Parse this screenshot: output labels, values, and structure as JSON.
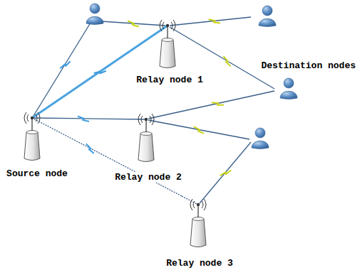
{
  "diagram": {
    "nodes": [
      {
        "text": [
          "Relay node 1"
        ]
      },
      {
        "text": [
          "Source node"
        ]
      },
      {
        "text": [
          "Relay node 2"
        ]
      },
      {
        "text": [
          "Relay node 3"
        ]
      }
    ],
    "edges": [
      {
        "from": 1,
        "to": 0,
        "arrow": "none"
      },
      {
        "from": 1,
        "to": 2,
        "arrow": "none"
      },
      {
        "from": 1,
        "to": 3,
        "arrow": "none"
      }
    ],
    "labels": [
      "Destination nodes"
    ]
  }
}
